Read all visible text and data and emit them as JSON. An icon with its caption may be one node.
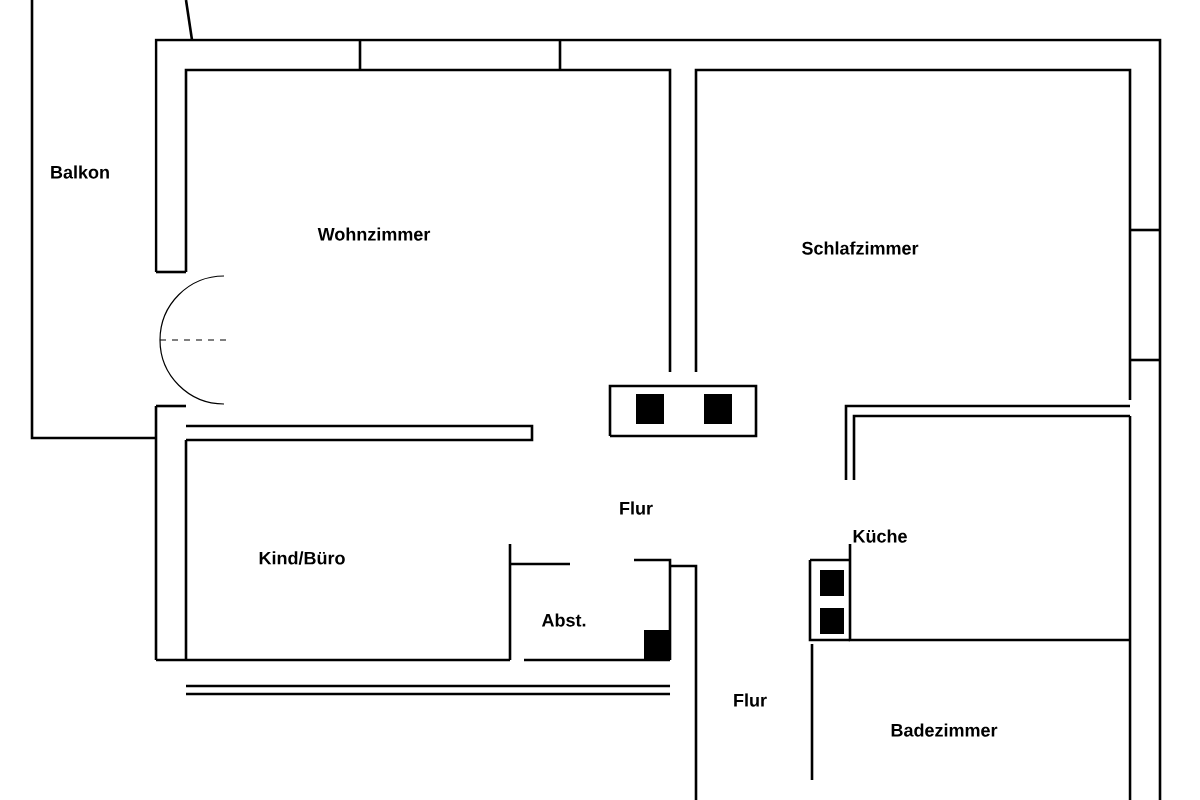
{
  "diagram": {
    "labels": [
      "Balkon",
      "Wohnzimmer",
      "Schlafzimmer",
      "Flur",
      "Kind/Büro",
      "Küche",
      "Abst.",
      "Flur",
      "Badezimmer"
    ]
  }
}
